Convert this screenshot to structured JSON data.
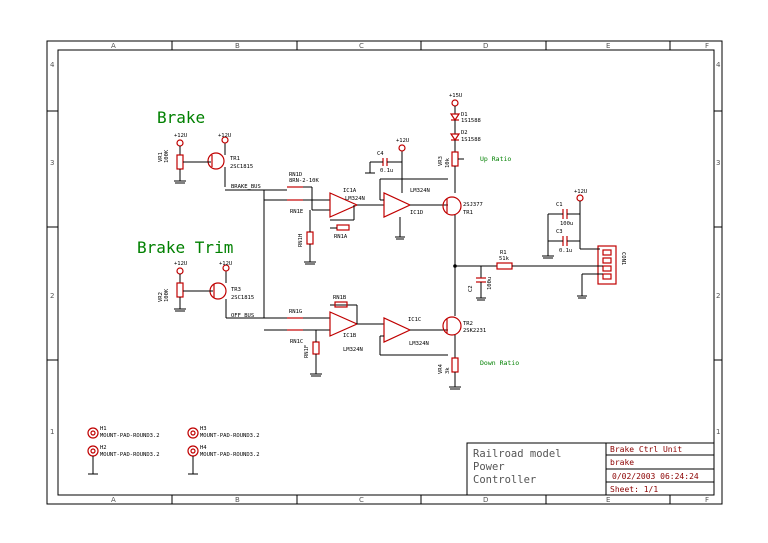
{
  "frame": {
    "cols_top": [
      "A",
      "B",
      "C",
      "D",
      "E",
      "F"
    ],
    "cols_bottom": [
      "A",
      "B",
      "C",
      "D",
      "E",
      "F"
    ],
    "rows": [
      "4",
      "3",
      "2",
      "1"
    ]
  },
  "titles": {
    "brake": "Brake",
    "brake_trim": "Brake Trim",
    "up_ratio": "Up Ratio",
    "down_ratio": "Down Ratio"
  },
  "components": {
    "vr1": "VR1",
    "vr1_val": "100K",
    "vr2": "VR2",
    "vr2_val": "100K",
    "tr1": "TR1",
    "tr1_part": "2SC1815",
    "tr3": "TR3",
    "tr3_part": "2SC1815",
    "tr1b": "TR1",
    "tr1b_part": "2SJ377",
    "tr2": "TR2",
    "tr2_part": "2SK2231",
    "ic1a": "IC1A",
    "ic1a_part": "LM324N",
    "ic1b": "IC1B",
    "ic1b_part": "LM324N",
    "ic1c": "IC1C",
    "ic1c_part": "LM324N",
    "ic1d": "IC1D",
    "ic1d_part": "LM324N",
    "rn1a": "RN1A",
    "rn1b": "RN1B",
    "rn1c": "RN1C",
    "rn1d": "RN1D",
    "rn1e": "RN1E",
    "rn1g": "RN1G",
    "rn1h": "RN1H",
    "rn1f": "RN1F",
    "rn1_part": "8RN-2-10K",
    "c4": "C4",
    "c4_val": "0.1u",
    "c1": "C1",
    "c1_val": "100u",
    "c2": "C2",
    "c2_val": "100u",
    "c3": "C3",
    "c3_val": "0.1u",
    "d1": "D1",
    "d1_part": "1S1588",
    "d2": "D2",
    "d2_part": "1S1588",
    "r1": "R1",
    "r1_val": "51k",
    "vr3": "VR3",
    "vr3_val": "10k",
    "vr4": "VR4",
    "vr4_val": "3k",
    "con": "CON1",
    "brake_bus": "BRAKE_BUS",
    "off_bus": "OFF_BUS",
    "v12": "+12U",
    "v15": "+15U"
  },
  "mounts": [
    {
      "ref": "H1",
      "part": "MOUNT-PAD-ROUND3.2"
    },
    {
      "ref": "H2",
      "part": "MOUNT-PAD-ROUND3.2"
    },
    {
      "ref": "H3",
      "part": "MOUNT-PAD-ROUND3.2"
    },
    {
      "ref": "H4",
      "part": "MOUNT-PAD-ROUND3.2"
    }
  ],
  "title_block": {
    "name_line1": "Railroad model",
    "name_line2": "Power",
    "name_line3": "Controller",
    "drawing": "Brake Ctrl Unit",
    "file": "brake",
    "date": "0/02/2003 06:24:24",
    "sheet": "Sheet: 1/1"
  }
}
